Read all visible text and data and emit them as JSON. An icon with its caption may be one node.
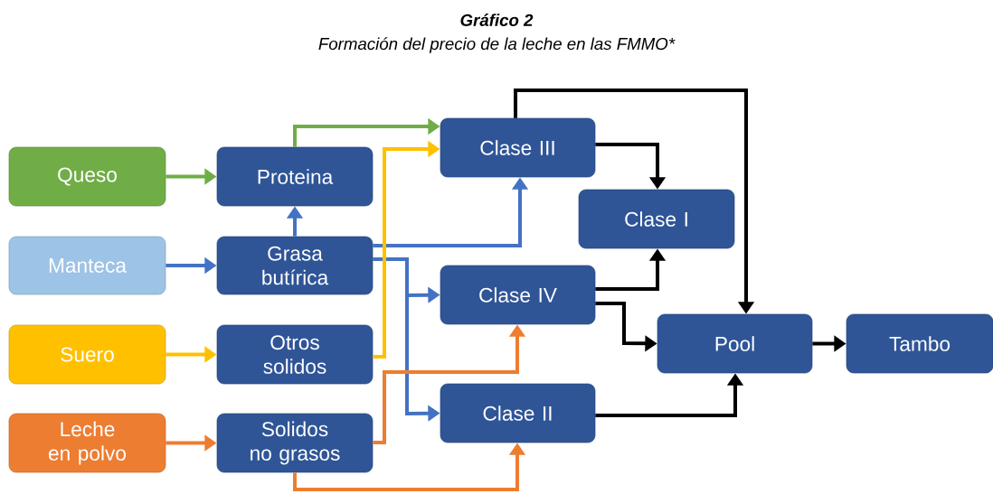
{
  "diagram": {
    "title": "Gráfico 2",
    "caption": "Formación del precio de la leche en las FMMO*",
    "nodes": [
      {
        "text": [
          "Queso"
        ]
      },
      {
        "text": [
          "Manteca"
        ]
      },
      {
        "text": [
          "Suero"
        ]
      },
      {
        "text": [
          "Leche en polvo"
        ]
      },
      {
        "text": [
          "Proteina"
        ]
      },
      {
        "text": [
          "Grasa butírica"
        ]
      },
      {
        "text": [
          "Otros solidos"
        ]
      },
      {
        "text": [
          "Solidos no grasos"
        ]
      },
      {
        "text": [
          "Clase III"
        ]
      },
      {
        "text": [
          "Clase I"
        ]
      },
      {
        "text": [
          "Clase IV"
        ]
      },
      {
        "text": [
          "Pool"
        ]
      },
      {
        "text": [
          "Tambo"
        ]
      },
      {
        "text": [
          "Clase II"
        ]
      }
    ],
    "edges": [
      {
        "from": 0,
        "to": 4,
        "arrow": "to",
        "color": "#70ad47"
      },
      {
        "from": 1,
        "to": 5,
        "arrow": "to",
        "color": "#4472c4"
      },
      {
        "from": 2,
        "to": 6,
        "arrow": "to",
        "color": "#ffc000"
      },
      {
        "from": 3,
        "to": 7,
        "arrow": "to",
        "color": "#ed7d31"
      },
      {
        "from": 5,
        "to": 4,
        "arrow": "to",
        "color": "#4472c4"
      },
      {
        "from": 4,
        "to": 8,
        "arrow": "to",
        "color": "#70ad47"
      },
      {
        "from": 5,
        "to": 8,
        "arrow": "to",
        "color": "#4472c4"
      },
      {
        "from": 5,
        "to": 10,
        "arrow": "to",
        "color": "#4472c4"
      },
      {
        "from": 5,
        "to": 13,
        "arrow": "to",
        "color": "#4472c4"
      },
      {
        "from": 6,
        "to": 8,
        "arrow": "to",
        "color": "#ffc000"
      },
      {
        "from": 7,
        "to": 10,
        "arrow": "to",
        "color": "#ed7d31"
      },
      {
        "from": 7,
        "to": 13,
        "arrow": "to",
        "color": "#ed7d31"
      },
      {
        "from": 8,
        "to": 9,
        "arrow": "to",
        "color": "#000000"
      },
      {
        "from": 8,
        "to": 11,
        "arrow": "to",
        "color": "#000000"
      },
      {
        "from": 10,
        "to": 9,
        "arrow": "to",
        "color": "#000000"
      },
      {
        "from": 10,
        "to": 11,
        "arrow": "to",
        "color": "#000000"
      },
      {
        "from": 13,
        "to": 11,
        "arrow": "to",
        "color": "#000000"
      },
      {
        "from": 11,
        "to": 12,
        "arrow": "to",
        "color": "#000000"
      }
    ]
  }
}
